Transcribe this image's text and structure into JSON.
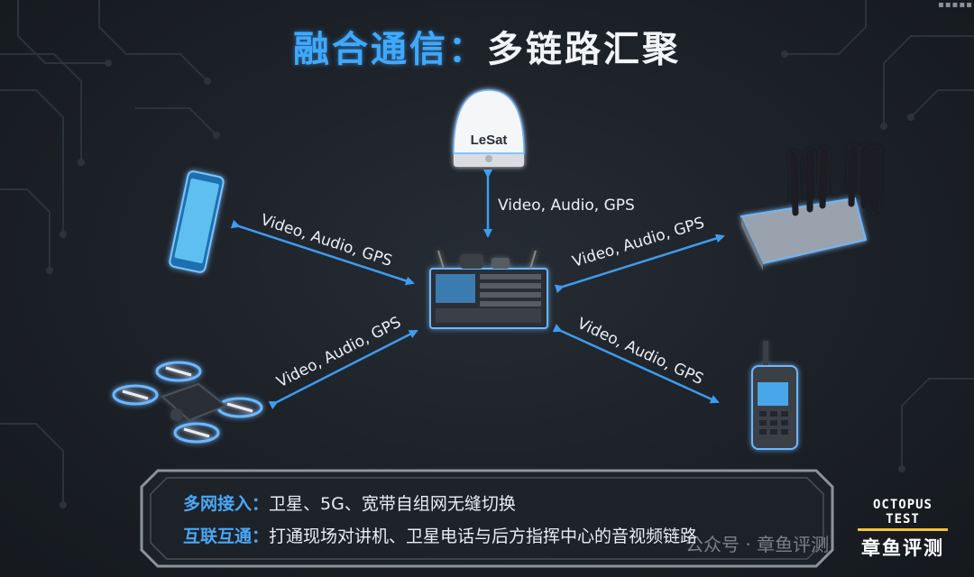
{
  "title": {
    "part1": "融合通信：",
    "part2": "多链路汇聚"
  },
  "links": {
    "satellite": "Video, Audio, GPS",
    "phone": "Video, Audio, GPS",
    "router": "Video, Audio, GPS",
    "drone": "Video, Audio, GPS",
    "radio": "Video, Audio, GPS"
  },
  "devices": {
    "satellite_logo": "LeSat"
  },
  "info": {
    "line1_key": "多网接入：",
    "line1_value": "卫星、5G、宽带自组网无缝切换",
    "line2_key": "互联互通：",
    "line2_value": "打通现场对讲机、卫星电话与后方指挥中心的音视频链路"
  },
  "watermark": "公众号 · 章鱼评测",
  "brand": {
    "en": "OCTOPUS TEST",
    "cn": "章鱼评测"
  },
  "colors": {
    "accent": "#3fa9ff",
    "arrow": "#3d9cf0",
    "brand_bar": "#f2c438"
  }
}
